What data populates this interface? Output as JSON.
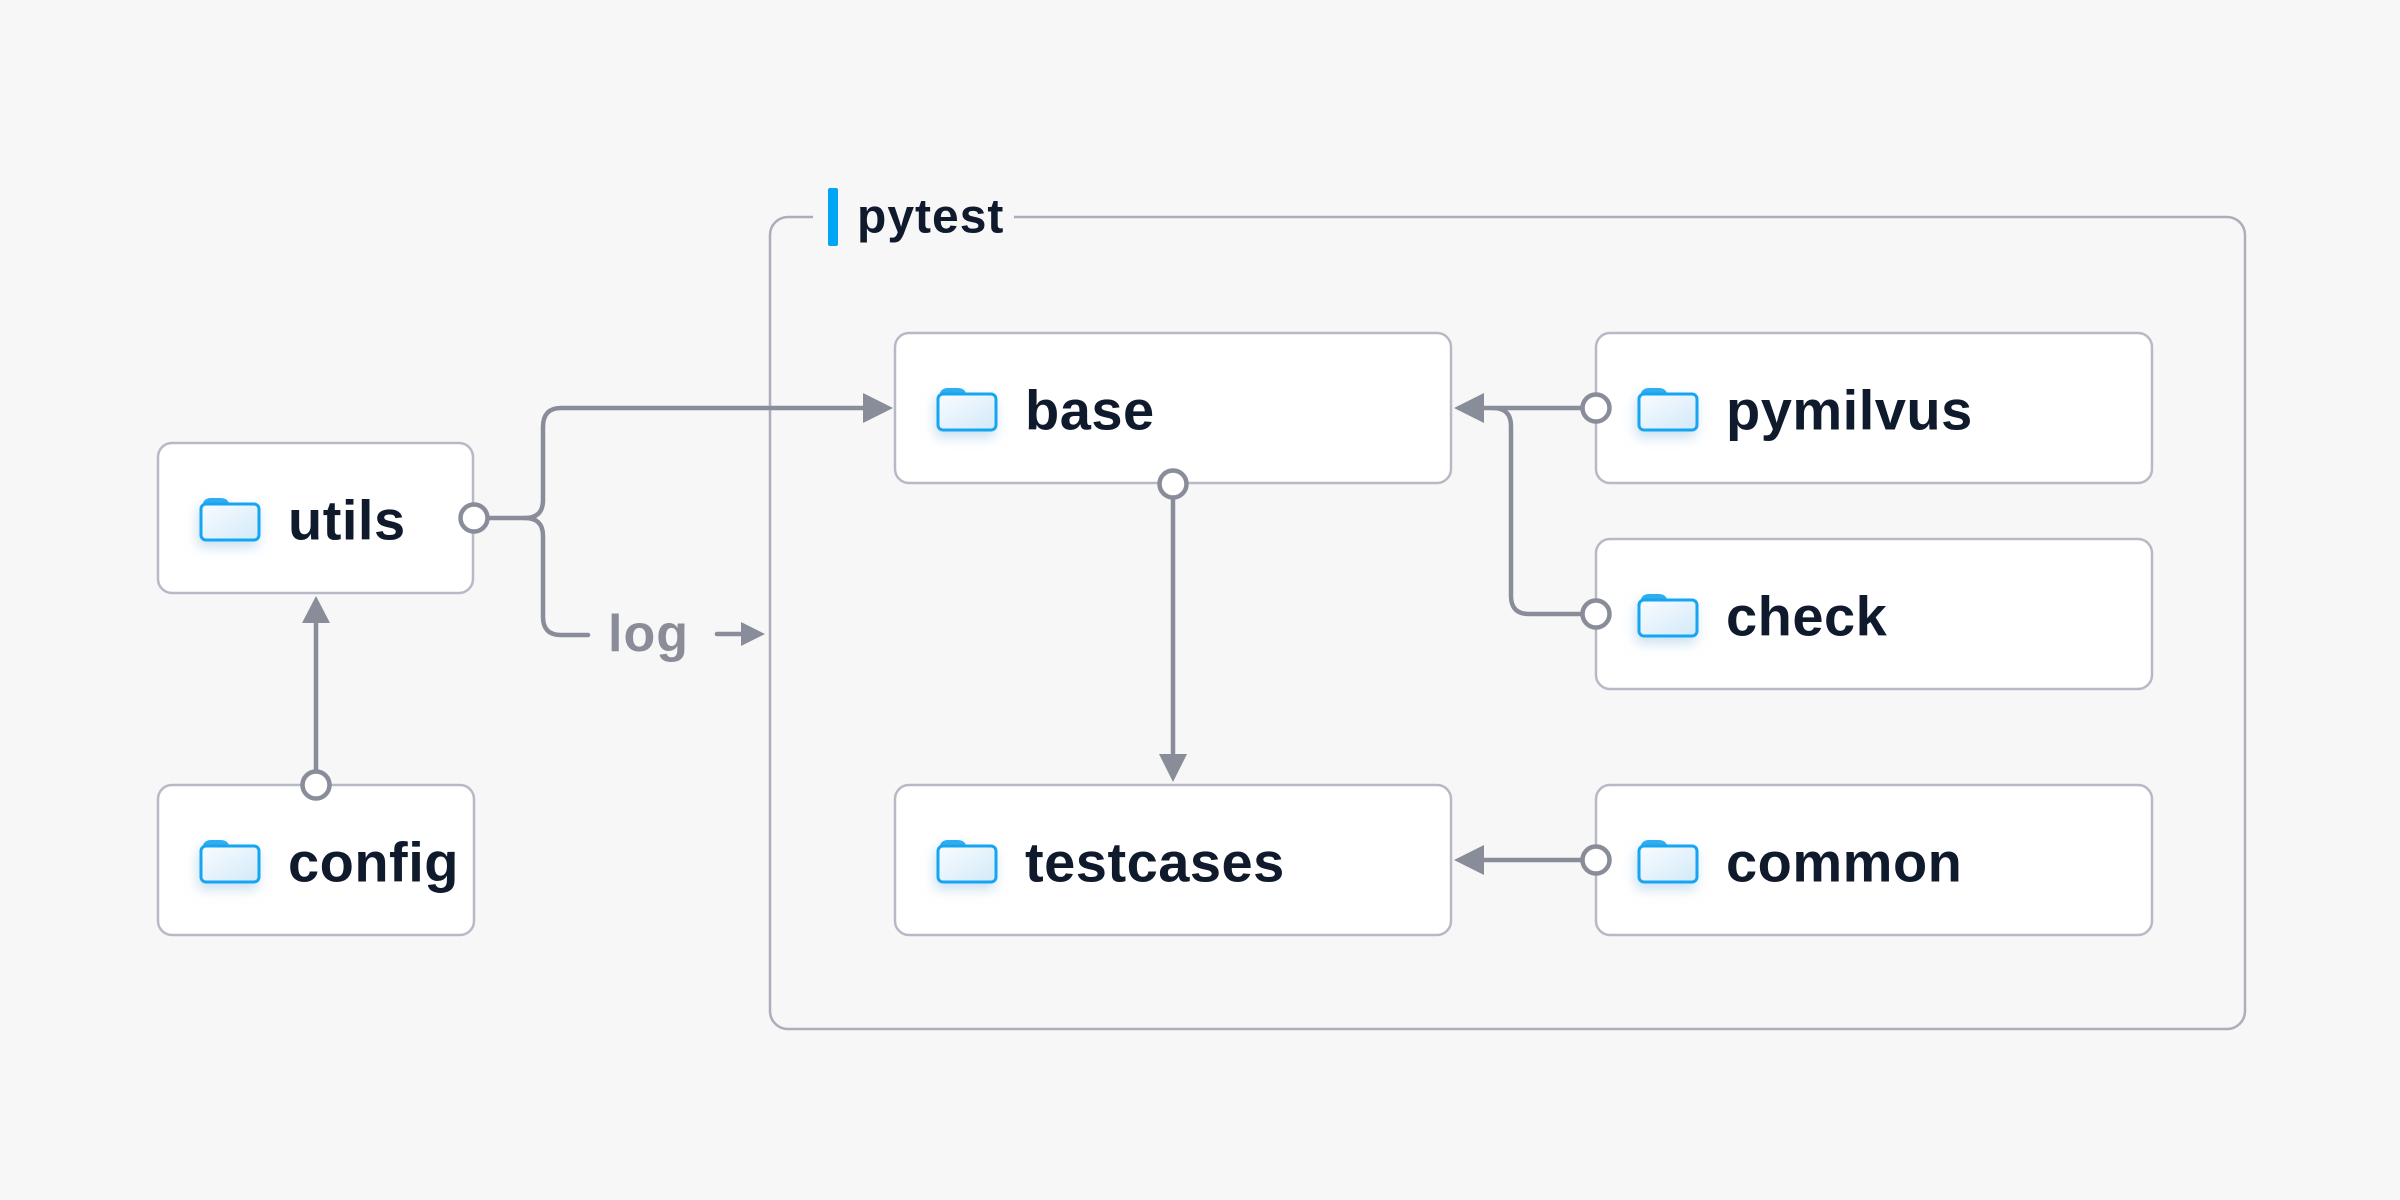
{
  "group": {
    "label": "pytest"
  },
  "nodes": {
    "utils": {
      "label": "utils"
    },
    "config": {
      "label": "config"
    },
    "base": {
      "label": "base"
    },
    "testcases": {
      "label": "testcases"
    },
    "pymilvus": {
      "label": "pymilvus"
    },
    "check": {
      "label": "check"
    },
    "common": {
      "label": "common"
    }
  },
  "labels": {
    "log": "log"
  },
  "edges": [
    {
      "from": "config",
      "to": "utils"
    },
    {
      "from": "utils",
      "to": "base"
    },
    {
      "from": "utils",
      "to": "log"
    },
    {
      "from": "base",
      "to": "testcases"
    },
    {
      "from": "pymilvus",
      "to": "base"
    },
    {
      "from": "check",
      "to": "base"
    },
    {
      "from": "common",
      "to": "testcases"
    }
  ],
  "icons": {
    "node_icon": "folder-icon"
  },
  "colors": {
    "background": "#f7f7f8",
    "node_fill": "#ffffff",
    "node_border": "#b7b9c6",
    "group_border": "#abaebb",
    "connector": "#898d99",
    "accent_blue": "#00a5f5",
    "folder_blue": "#14a5f1",
    "folder_tab": "#2fadf1",
    "text_dark": "#0f1b2d",
    "muted_text": "#8a8d98"
  }
}
